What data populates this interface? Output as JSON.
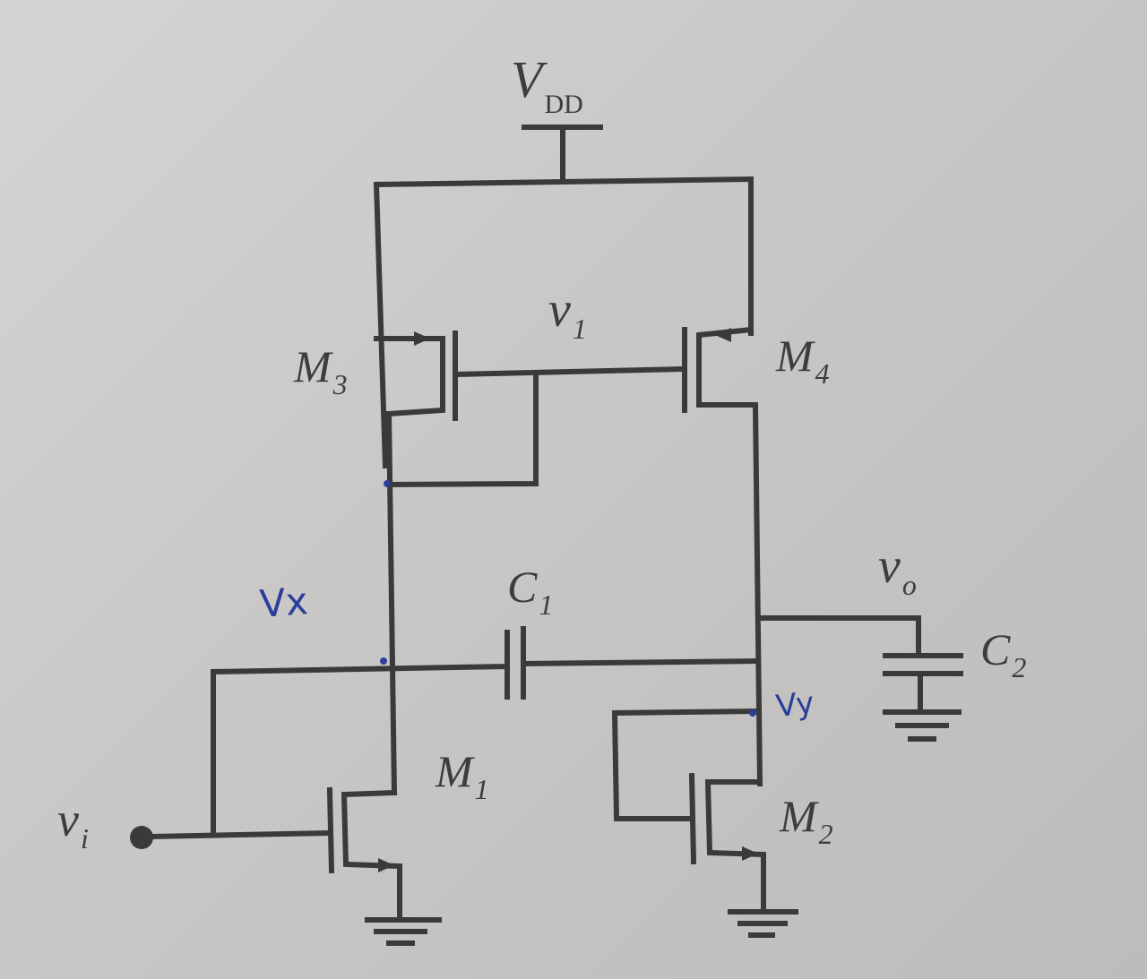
{
  "labels": {
    "vdd_main": "V",
    "vdd_sub": "DD",
    "v1_main": "v",
    "v1_sub": "1",
    "vo_main": "v",
    "vo_sub": "o",
    "vi_main": "v",
    "vi_sub": "i",
    "c1_main": "C",
    "c1_sub": "1",
    "c2_main": "C",
    "c2_sub": "2",
    "m1_main": "M",
    "m1_sub": "1",
    "m2_main": "M",
    "m2_sub": "2",
    "m3_main": "M",
    "m3_sub": "3",
    "m4_main": "M",
    "m4_sub": "4"
  },
  "handwritten": {
    "node_left": "Vx",
    "node_right": "Vy"
  },
  "colors": {
    "ink": "#3a3a3a",
    "pen": "#2a3f9a",
    "paper": "#cfcdcc"
  }
}
